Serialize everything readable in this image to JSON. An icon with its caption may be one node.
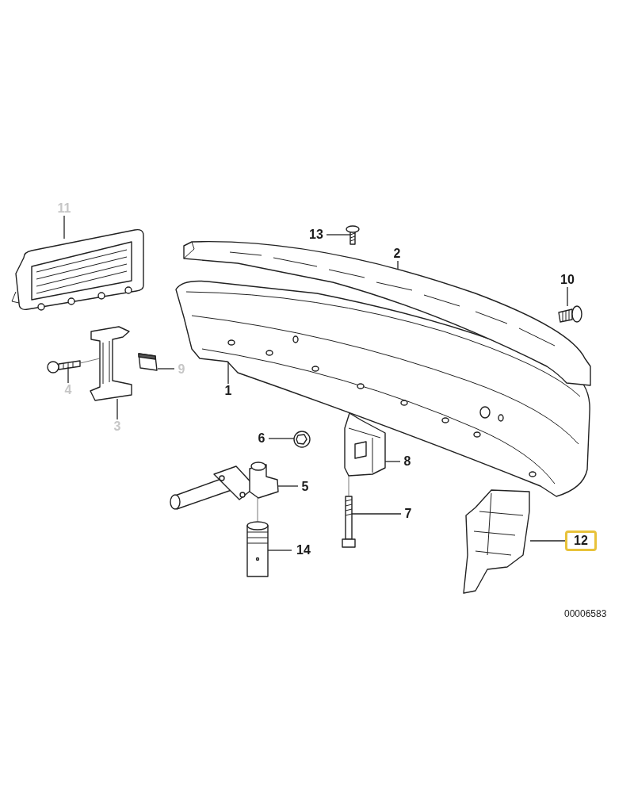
{
  "diagram": {
    "nodes": [
      {
        "text": [
          "11"
        ]
      },
      {
        "text": [],
        "shape": "picture"
      },
      {
        "text": [
          "13"
        ]
      },
      {
        "text": [],
        "shape": "picture"
      },
      {
        "text": [
          "2"
        ]
      },
      {
        "text": [],
        "shape": "picture"
      },
      {
        "text": [
          "10"
        ]
      },
      {
        "text": [],
        "shape": "picture"
      },
      {
        "text": [],
        "shape": "picture"
      },
      {
        "text": [],
        "shape": "picture"
      },
      {
        "text": [],
        "shape": "picture"
      },
      {
        "text": [
          "9"
        ]
      },
      {
        "text": [],
        "shape": "picture"
      },
      {
        "text": [
          "1"
        ]
      },
      {
        "text": [
          "4"
        ]
      },
      {
        "text": [
          "3"
        ]
      },
      {
        "text": [
          "6"
        ]
      },
      {
        "text": [],
        "shape": "picture"
      },
      {
        "text": [
          "8"
        ]
      },
      {
        "text": [],
        "shape": "picture"
      },
      {
        "text": [
          "5"
        ]
      },
      {
        "text": [],
        "shape": "picture"
      },
      {
        "text": [
          "7"
        ]
      },
      {
        "text": [],
        "shape": "picture"
      },
      {
        "text": [
          "12"
        ]
      },
      {
        "text": [],
        "shape": "picture"
      },
      {
        "text": [
          "14"
        ]
      },
      {
        "text": [],
        "shape": "picture"
      }
    ],
    "edges": [
      {
        "from": 0,
        "to": 1,
        "arrow": "none"
      },
      {
        "from": 2,
        "to": 3,
        "arrow": "none"
      },
      {
        "from": 4,
        "to": 5,
        "arrow": "none"
      },
      {
        "from": 6,
        "to": 7,
        "arrow": "none"
      },
      {
        "from": 11,
        "to": 10,
        "arrow": "none"
      },
      {
        "from": 13,
        "to": 12,
        "arrow": "none"
      },
      {
        "from": 14,
        "to": 9,
        "arrow": "none"
      },
      {
        "from": 15,
        "to": 8,
        "arrow": "none"
      },
      {
        "from": 9,
        "to": 8,
        "arrow": "none"
      },
      {
        "from": 16,
        "to": 17,
        "arrow": "none"
      },
      {
        "from": 18,
        "to": 19,
        "arrow": "none"
      },
      {
        "from": 20,
        "to": 21,
        "arrow": "none"
      },
      {
        "from": 22,
        "to": 23,
        "arrow": "none"
      },
      {
        "from": 23,
        "to": 19,
        "arrow": "none"
      },
      {
        "from": 24,
        "to": 25,
        "arrow": "none"
      },
      {
        "from": 26,
        "to": 27,
        "arrow": "none"
      },
      {
        "from": 27,
        "to": 21,
        "arrow": "none"
      }
    ],
    "labels": [
      "00006583"
    ]
  }
}
